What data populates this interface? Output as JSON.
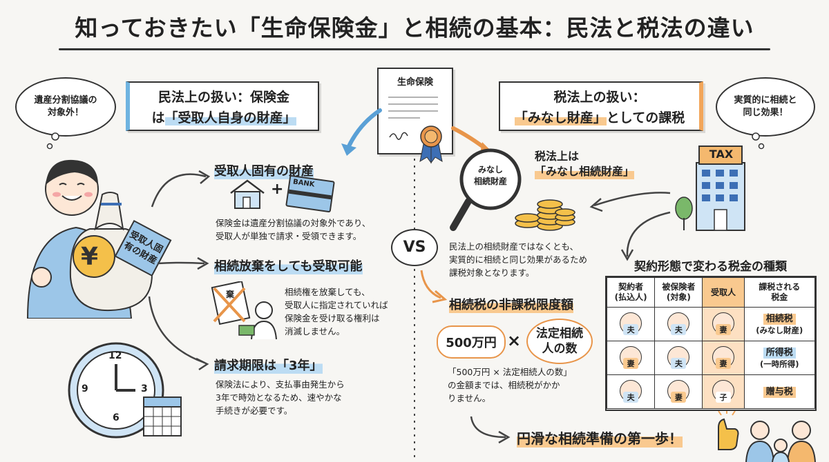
{
  "title": "知っておきたい「生命保険金」と相続の基本：民法と税法の違い",
  "document_label": "生命保険",
  "vs_label": "VS",
  "civil": {
    "heading_line1": "民法上の扱い：保険金",
    "heading_line2_prefix": "は",
    "heading_line2_highlight": "「受取人自身の財産」",
    "bubble_line1": "遺産分割協議の",
    "bubble_line2": "対象外！",
    "bag_label_line1": "受取人固",
    "bag_label_line2": "有の財産",
    "bag_symbol": "¥",
    "bank_card_label": "BANK",
    "sections": [
      {
        "title": "受取人固有の財産",
        "lines": [
          "保険金は遺産分割協議の対象外であり、",
          "受取人が単独で請求・受領できます。"
        ]
      },
      {
        "title": "相続放棄をしても受取可能",
        "lines": [
          "相続権を放棄しても、",
          "受取人に指定されていれば",
          "保険金を受け取る権利は",
          "消滅しません。"
        ]
      },
      {
        "title": "請求期限は「3年」",
        "lines": [
          "保険法により、支払事由発生から",
          "3年で時効となるため、速やかな",
          "手続きが必要です。"
        ]
      }
    ],
    "waiver_doc_label": "棄",
    "clock_numbers": [
      "12",
      "3",
      "6",
      "9"
    ]
  },
  "tax": {
    "heading_line1": "税法上の扱い：",
    "heading_line2_highlight": "「みなし財産」",
    "heading_line2_suffix": "としての課税",
    "bubble_line1": "実質的に相続と",
    "bubble_line2": "同じ効果！",
    "tax_building_label": "TAX",
    "magnifier_line1": "みなし",
    "magnifier_line2": "相続財産",
    "deemed_line1": "税法上は",
    "deemed_line2": "「みなし相続財産」",
    "deemed_text": [
      "民法上の相続財産ではなくとも、",
      "実質的に相続と同じ効果があるため",
      "課税対象となります。"
    ],
    "exemption_title": "相続税の非課税限度額",
    "formula_amount": "500万円",
    "formula_times": "×",
    "formula_heirs_line1": "法定相続",
    "formula_heirs_line2": "人の数",
    "exemption_text": [
      "「500万円 × 法定相続人の数」",
      "の金額までは、相続税がかか",
      "りません。"
    ],
    "table_title": "契約形態で変わる税金の種類",
    "table_headers": [
      [
        "契約者",
        "(払込人)"
      ],
      [
        "被保険者",
        "(対象)"
      ],
      [
        "受取人",
        ""
      ],
      [
        "課税される",
        "税金"
      ]
    ],
    "table_rows": [
      {
        "contractor": "夫",
        "insured": "夫",
        "beneficiary": "妻",
        "tax_line1": "相続税",
        "tax_line2": "(みなし財産)"
      },
      {
        "contractor": "妻",
        "insured": "夫",
        "beneficiary": "妻",
        "tax_line1": "所得税",
        "tax_line2": "(一時所得)"
      },
      {
        "contractor": "夫",
        "insured": "妻",
        "beneficiary": "子",
        "tax_line1": "贈与税",
        "tax_line2": ""
      }
    ],
    "conclusion": "円滑な相続準備の第一歩！"
  },
  "colors": {
    "blue_highlight": "#bcdcf3",
    "orange_highlight": "#f9c98f",
    "arrow_blue": "#5aa0d6",
    "arrow_orange": "#e8954a"
  }
}
